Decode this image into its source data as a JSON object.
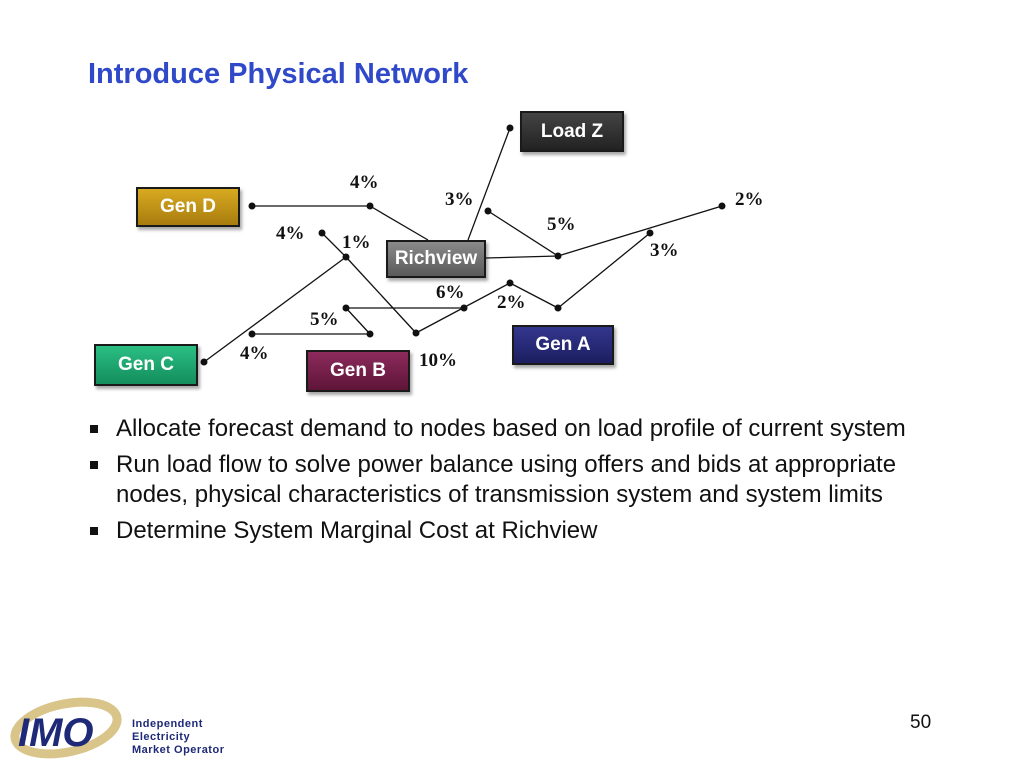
{
  "slide": {
    "title": "Introduce Physical Network",
    "page_number": "50"
  },
  "nodes": {
    "gen_d": "Gen D",
    "gen_c": "Gen C",
    "gen_b": "Gen B",
    "gen_a": "Gen A",
    "richview": "Richview",
    "load_z": "Load Z"
  },
  "percentages": {
    "p1": "4%",
    "p2": "3%",
    "p3": "2%",
    "p4": "5%",
    "p5": "4%",
    "p6": "1%",
    "p7": "3%",
    "p8": "6%",
    "p9": "2%",
    "p10": "5%",
    "p11": "4%",
    "p12": "10%"
  },
  "bullets": [
    "Allocate forecast demand to nodes based on load profile of current system",
    "Run load flow to solve power balance using offers and bids at appropriate nodes, physical characteristics of transmission system and system limits",
    "Determine System Marginal Cost at Richview"
  ],
  "logo": {
    "mark": "IMO",
    "line1": "Independent",
    "line2": "Electricity",
    "line3": "Market Operator"
  },
  "colors": {
    "title": "#2f49c8",
    "gen_d": "#c79a1a",
    "gen_c": "#1faa74",
    "gen_b": "#7a1f4d",
    "gen_a": "#26287a",
    "richview": "#6e6e6e",
    "load_z": "#2e2e2e"
  }
}
